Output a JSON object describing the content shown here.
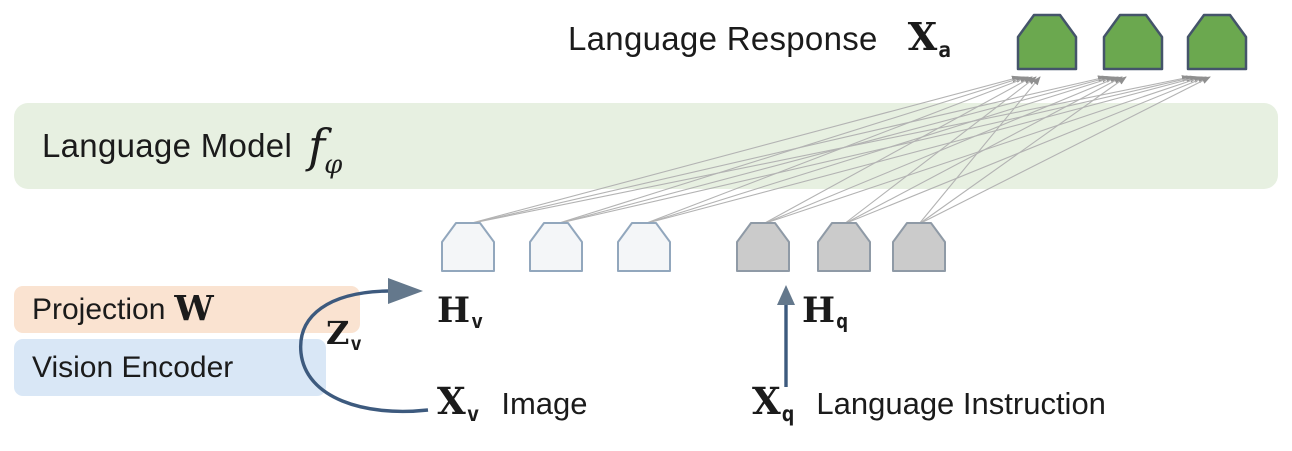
{
  "diagram": {
    "language_response": {
      "label": "Language Response",
      "symbol": "X",
      "subscript": "a"
    },
    "language_model": {
      "label": "Language Model",
      "symbol": "f",
      "subscript": "φ"
    },
    "projection": {
      "label": "Projection",
      "symbol": "W"
    },
    "vision_encoder": {
      "label": "Vision Encoder"
    },
    "hv": {
      "symbol": "H",
      "subscript": "v"
    },
    "hq": {
      "symbol": "H",
      "subscript": "q"
    },
    "zv": {
      "symbol": "Z",
      "subscript": "v"
    },
    "xv": {
      "symbol": "X",
      "subscript": "v",
      "label": "Image"
    },
    "xq": {
      "symbol": "X",
      "subscript": "q",
      "label": "Language Instruction"
    }
  },
  "tokens": {
    "response_tokens": 3,
    "visual_tokens": 3,
    "instruction_tokens": 3
  },
  "colors": {
    "language_model_bar": "#e7f0e1",
    "projection_bar": "#fae3d1",
    "vision_encoder_bar": "#d9e7f6",
    "token_green_fill": "#6ba84f",
    "token_green_stroke": "#44546a",
    "token_light_fill": "#f4f6f8",
    "token_light_stroke": "#92a7bd",
    "token_gray_fill": "#cbcbcb",
    "token_gray_stroke": "#8f9aa6",
    "arrow": "#3d5a7e",
    "arrowhead": "#64788c",
    "fan_line": "#b3b3b3",
    "fan_arrowhead": "#8f8f8f",
    "text": "#1b1b1b"
  }
}
